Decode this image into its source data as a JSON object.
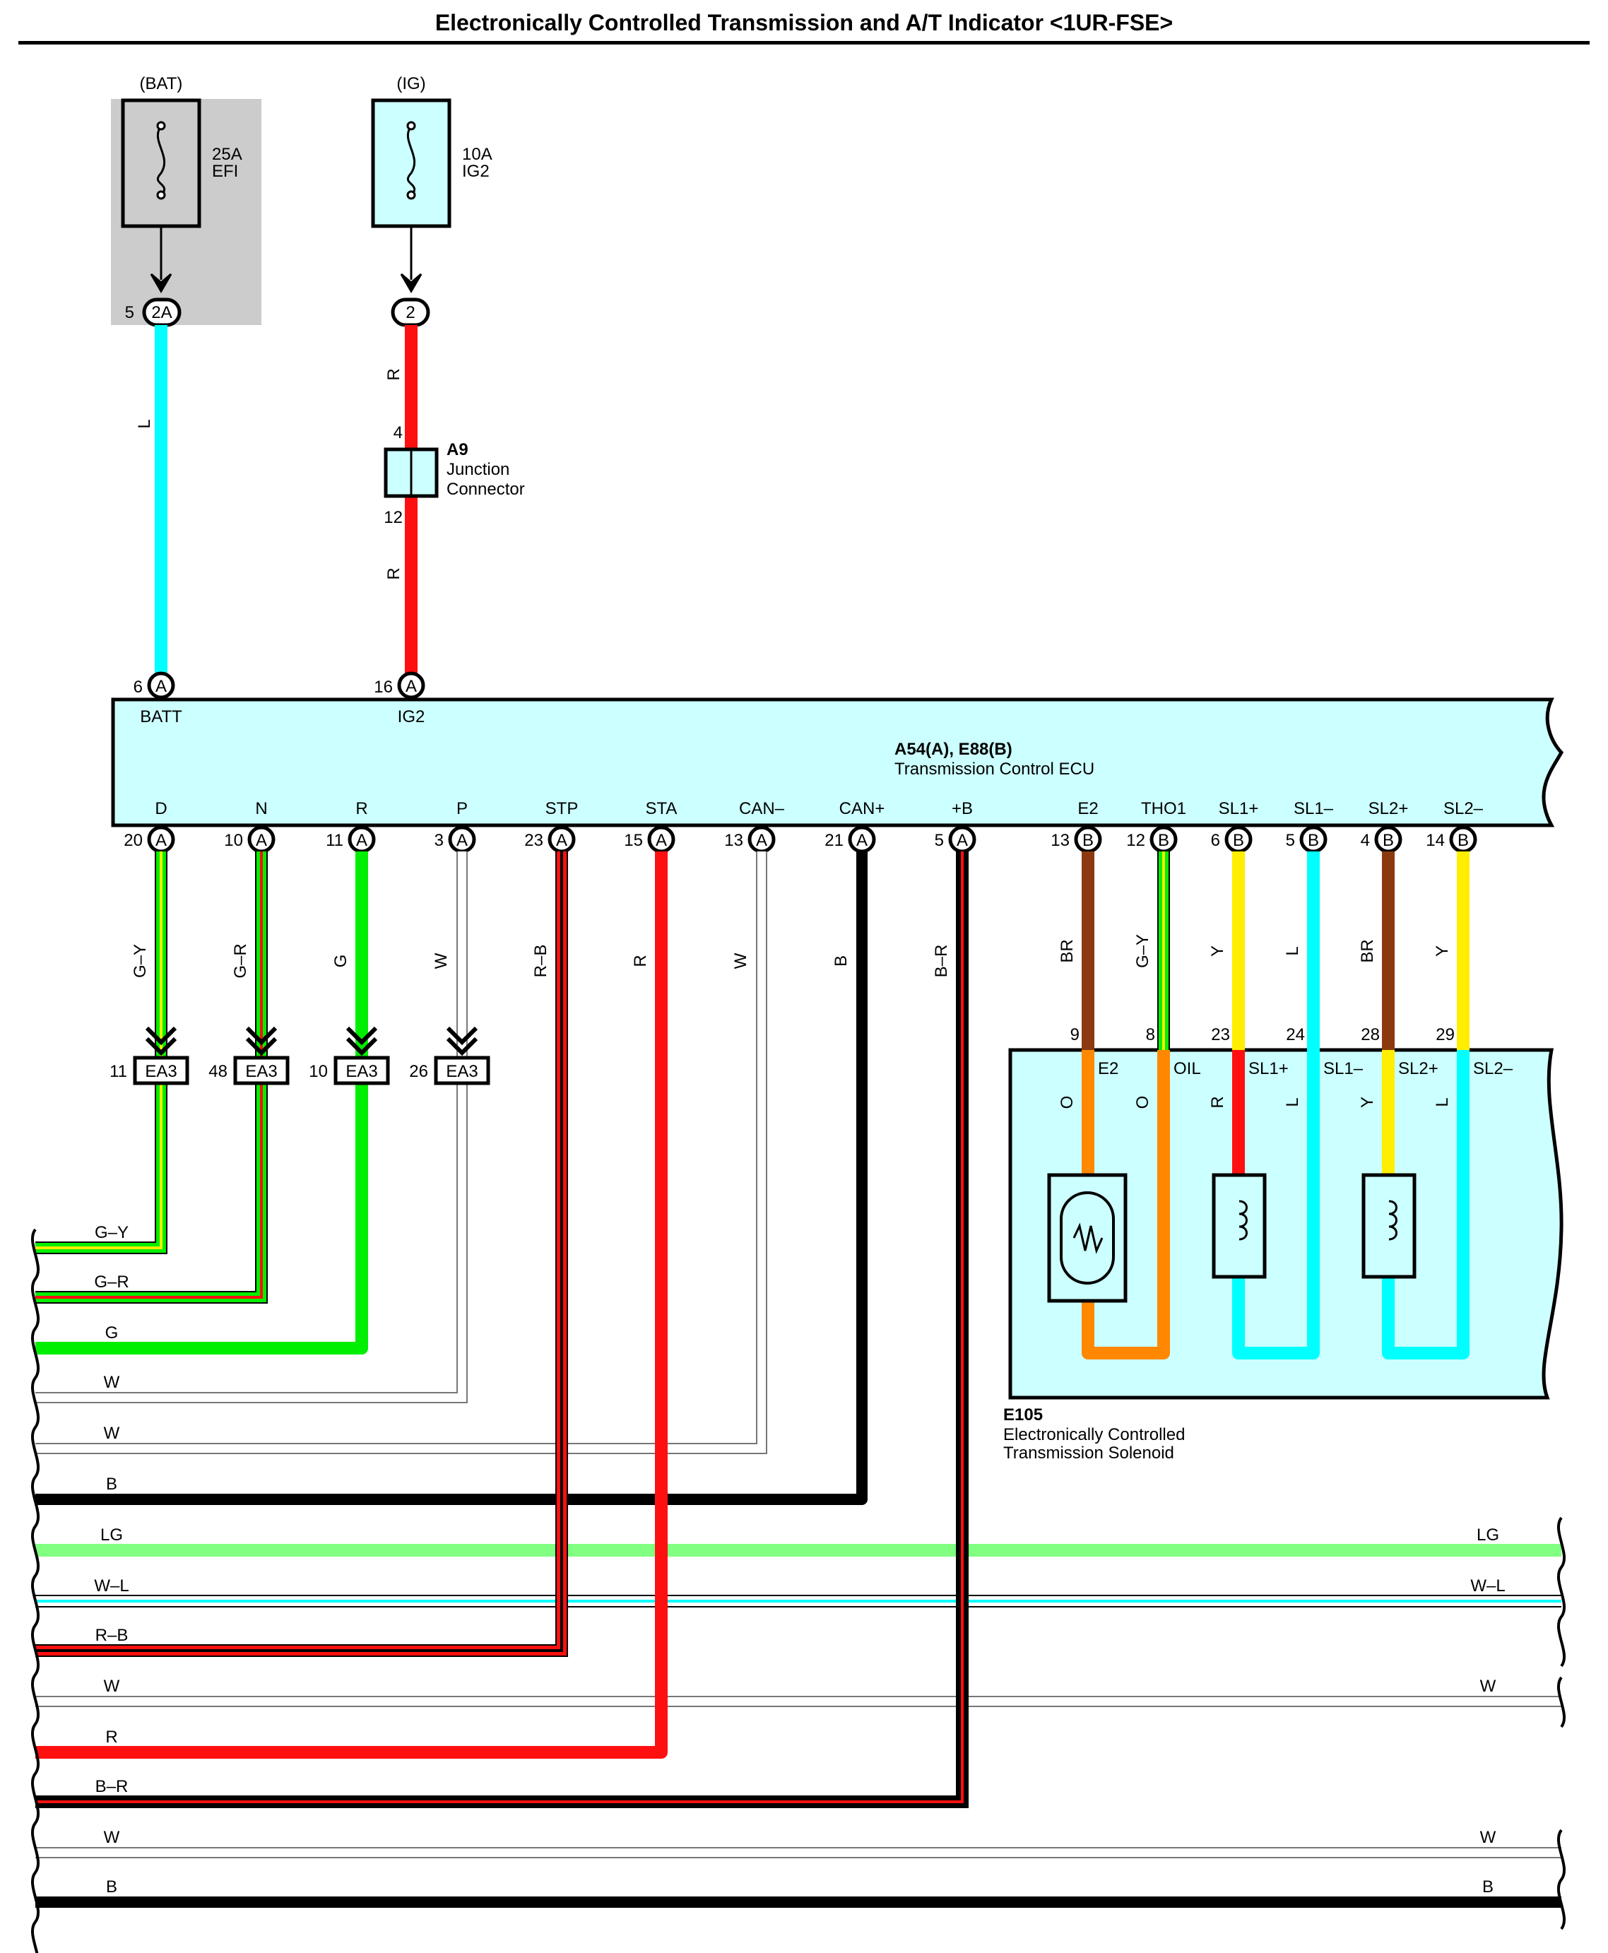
{
  "title": "Electronically Controlled Transmission and A/T Indicator <1UR-FSE>",
  "colors": {
    "R": "#ff1010",
    "L": "#00ffff",
    "G": "#00ee00",
    "Y": "#ffee00",
    "B": "#000000",
    "BR": "#8b3a0f",
    "O": "#ff8800",
    "W": "#ffffff",
    "LG": "#80ff80",
    "ecu_fill": "#ccffff",
    "fuse_bg": "#cccccc"
  },
  "fuses": [
    {
      "source": "(BAT)",
      "rating": "25A",
      "name": "EFI",
      "pin": "5",
      "connector": "2A",
      "wire": "L"
    },
    {
      "source": "(IG)",
      "rating": "10A",
      "name": "IG2",
      "pin": "2",
      "wire": "R"
    }
  ],
  "junction": {
    "id": "A9",
    "line1": "Junction",
    "line2": "Connector",
    "pin_in": "4",
    "pin_out": "12",
    "wire": "R"
  },
  "ecu": {
    "id": "A54(A), E88(B)",
    "name": "Transmission Control ECU",
    "top_pins": [
      {
        "pin": "6",
        "conn": "A",
        "label": "BATT"
      },
      {
        "pin": "16",
        "conn": "A",
        "label": "IG2"
      }
    ],
    "bottom_pins": [
      {
        "label": "D",
        "pin": "20",
        "conn": "A",
        "wire": "G–Y"
      },
      {
        "label": "N",
        "pin": "10",
        "conn": "A",
        "wire": "G–R"
      },
      {
        "label": "R",
        "pin": "11",
        "conn": "A",
        "wire": "G"
      },
      {
        "label": "P",
        "pin": "3",
        "conn": "A",
        "wire": "W"
      },
      {
        "label": "STP",
        "pin": "23",
        "conn": "A",
        "wire": "R–B"
      },
      {
        "label": "STA",
        "pin": "15",
        "conn": "A",
        "wire": "R"
      },
      {
        "label": "CAN–",
        "pin": "13",
        "conn": "A",
        "wire": "W"
      },
      {
        "label": "CAN+",
        "pin": "21",
        "conn": "A",
        "wire": "B"
      },
      {
        "label": "+B",
        "pin": "5",
        "conn": "A",
        "wire": "B–R"
      },
      {
        "label": "E2",
        "pin": "13",
        "conn": "B",
        "wire": "BR"
      },
      {
        "label": "THO1",
        "pin": "12",
        "conn": "B",
        "wire": "G–Y"
      },
      {
        "label": "SL1+",
        "pin": "6",
        "conn": "B",
        "wire": "Y"
      },
      {
        "label": "SL1–",
        "pin": "5",
        "conn": "B",
        "wire": "L"
      },
      {
        "label": "SL2+",
        "pin": "4",
        "conn": "B",
        "wire": "BR"
      },
      {
        "label": "SL2–",
        "pin": "14",
        "conn": "B",
        "wire": "Y"
      }
    ]
  },
  "ea3": [
    {
      "pin": "11",
      "label": "EA3"
    },
    {
      "pin": "48",
      "label": "EA3"
    },
    {
      "pin": "10",
      "label": "EA3"
    },
    {
      "pin": "26",
      "label": "EA3"
    }
  ],
  "solenoid": {
    "id": "E105",
    "line1": "Electronically Controlled",
    "line2": "Transmission Solenoid",
    "pins": [
      {
        "pin": "9",
        "label": "E2",
        "wire": "O"
      },
      {
        "pin": "8",
        "label": "OIL",
        "wire": "O"
      },
      {
        "pin": "23",
        "label": "SL1+",
        "wire": "R"
      },
      {
        "pin": "24",
        "label": "SL1–",
        "wire": "L"
      },
      {
        "pin": "28",
        "label": "SL2+",
        "wire": "Y"
      },
      {
        "pin": "29",
        "label": "SL2–",
        "wire": "L"
      }
    ]
  },
  "bottom_wires_left": [
    "G–Y",
    "G–R",
    "G",
    "W",
    "W",
    "B",
    "LG",
    "W–L",
    "R–B",
    "W",
    "R",
    "B–R",
    "W",
    "B"
  ],
  "bottom_wires_right": [
    "LG",
    "W–L",
    "W",
    "W",
    "B"
  ]
}
